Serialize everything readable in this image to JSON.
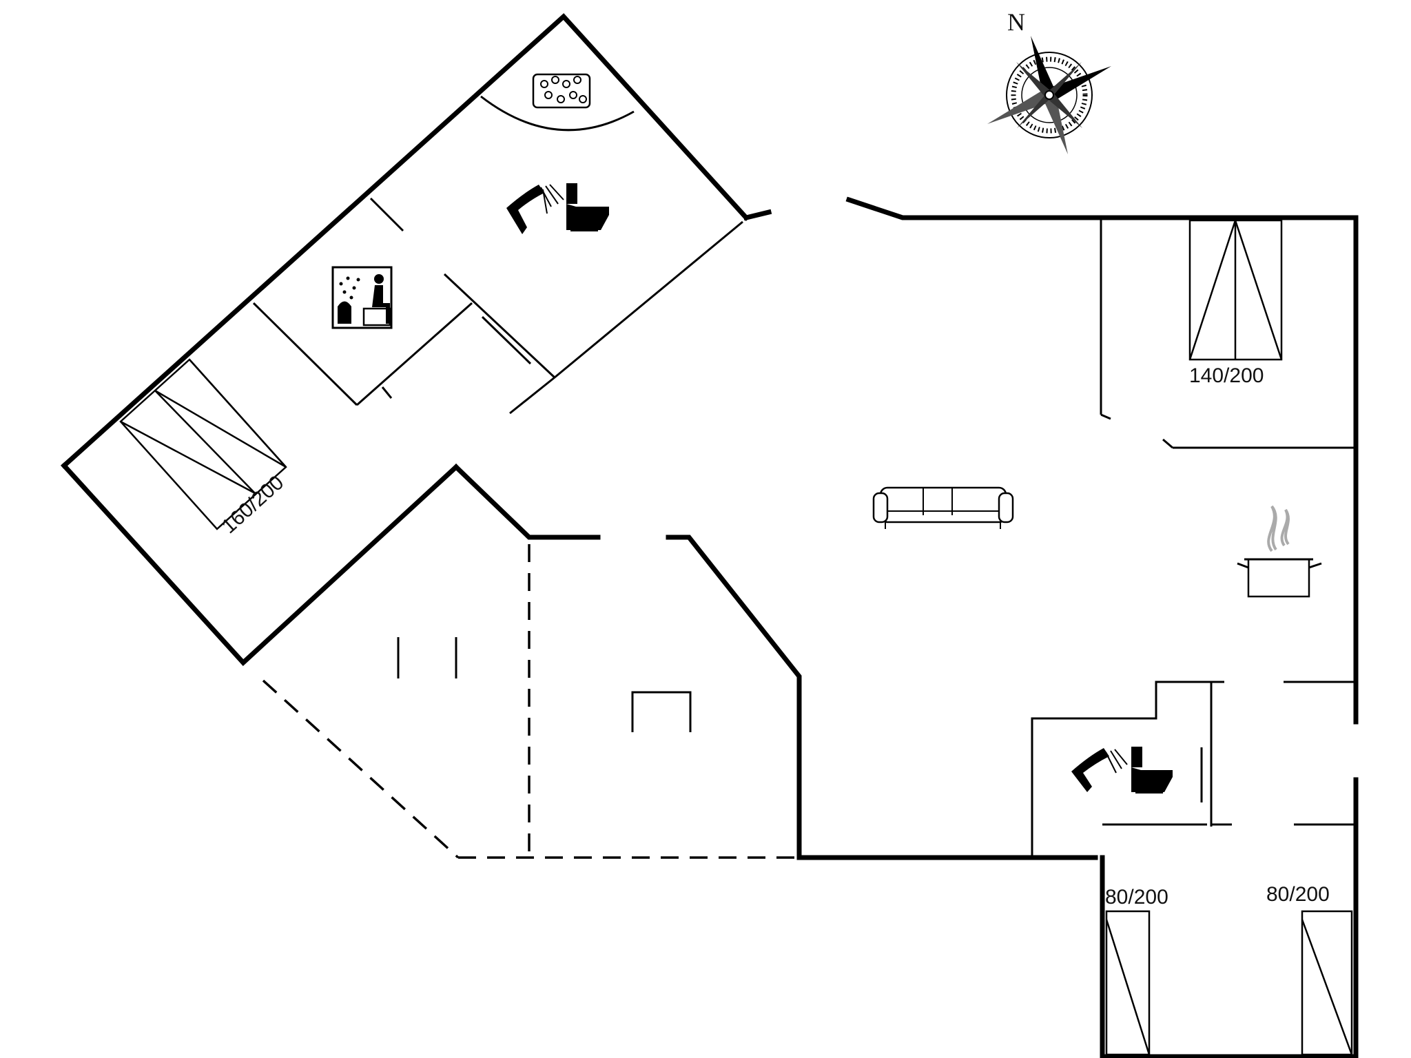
{
  "compass": {
    "north_label": "N",
    "icon": "compass-rose-icon"
  },
  "beds": [
    {
      "id": "bed-master",
      "label": "160/200"
    },
    {
      "id": "bed-ne",
      "label": "140/200"
    },
    {
      "id": "bed-single-left",
      "label": "80/200"
    },
    {
      "id": "bed-single-right",
      "label": "80/200"
    }
  ],
  "icons": {
    "spa": "whirlpool-icon",
    "sauna": "sauna-icon",
    "shower_1": "shower-icon",
    "toilet_1": "toilet-icon",
    "shower_2": "shower-icon",
    "toilet_2": "toilet-icon",
    "sofa": "sofa-icon",
    "kitchen": "cooking-pot-icon"
  },
  "colors": {
    "line": "#000000",
    "background": "#ffffff",
    "steam": "#aaaaaa"
  }
}
